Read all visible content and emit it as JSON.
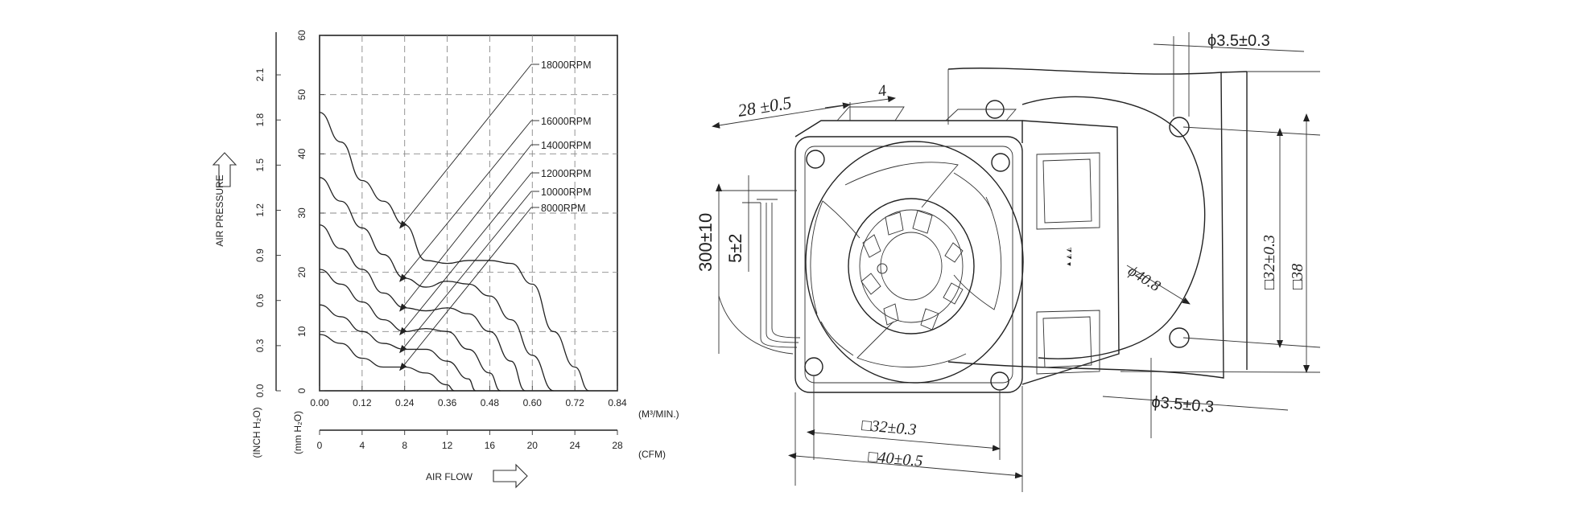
{
  "chart_data": {
    "type": "line",
    "x": [
      0.0,
      0.12,
      0.24,
      0.36,
      0.48,
      0.6,
      0.72,
      0.84
    ],
    "xlim": [
      0,
      0.84
    ],
    "ylim": [
      0,
      60
    ],
    "x_unit": "(M³/MIN.)",
    "x_ticks": [
      "0.00",
      "0.12",
      "0.24",
      "0.36",
      "0.48",
      "0.60",
      "0.72",
      "0.84"
    ],
    "cfm_ticks": [
      "0",
      "4",
      "8",
      "12",
      "16",
      "20",
      "24",
      "28"
    ],
    "cfm_unit": "(CFM)",
    "y_ticks_mm": [
      "0",
      "10",
      "20",
      "30",
      "40",
      "50",
      "60"
    ],
    "y_ticks_inch": [
      "0.0",
      "0.3",
      "0.6",
      "0.9",
      "1.2",
      "1.5",
      "1.8",
      "2.1"
    ],
    "y_label": "AIR PRESSURE",
    "y_unit_inch": "(INCH H₂O)",
    "y_unit_mm": "(mm H₂O)",
    "x_label": "AIR FLOW",
    "grid": true,
    "series": [
      {
        "name": "18000RPM",
        "points": [
          [
            0,
            47
          ],
          [
            0.06,
            42
          ],
          [
            0.12,
            35.5
          ],
          [
            0.18,
            32
          ],
          [
            0.24,
            28
          ],
          [
            0.3,
            22
          ],
          [
            0.36,
            21.5
          ],
          [
            0.42,
            22
          ],
          [
            0.48,
            22
          ],
          [
            0.54,
            21.5
          ],
          [
            0.6,
            18
          ],
          [
            0.66,
            10
          ],
          [
            0.72,
            4
          ],
          [
            0.76,
            0
          ]
        ]
      },
      {
        "name": "16000RPM",
        "points": [
          [
            0,
            36
          ],
          [
            0.06,
            32
          ],
          [
            0.12,
            27.5
          ],
          [
            0.18,
            23
          ],
          [
            0.24,
            19
          ],
          [
            0.3,
            17.5
          ],
          [
            0.36,
            18.5
          ],
          [
            0.42,
            18
          ],
          [
            0.48,
            16
          ],
          [
            0.54,
            12
          ],
          [
            0.6,
            6
          ],
          [
            0.66,
            0
          ]
        ]
      },
      {
        "name": "14000RPM",
        "points": [
          [
            0,
            28
          ],
          [
            0.06,
            24
          ],
          [
            0.12,
            20.5
          ],
          [
            0.18,
            16.5
          ],
          [
            0.24,
            14
          ],
          [
            0.3,
            13.5
          ],
          [
            0.36,
            14
          ],
          [
            0.42,
            13
          ],
          [
            0.48,
            10
          ],
          [
            0.54,
            5
          ],
          [
            0.58,
            0
          ]
        ]
      },
      {
        "name": "12000RPM",
        "points": [
          [
            0,
            20.5
          ],
          [
            0.06,
            18
          ],
          [
            0.12,
            15
          ],
          [
            0.18,
            12
          ],
          [
            0.24,
            10
          ],
          [
            0.3,
            10.5
          ],
          [
            0.36,
            10
          ],
          [
            0.42,
            7
          ],
          [
            0.48,
            3
          ],
          [
            0.51,
            0
          ]
        ]
      },
      {
        "name": "10000RPM",
        "points": [
          [
            0,
            14.5
          ],
          [
            0.06,
            12.5
          ],
          [
            0.12,
            10
          ],
          [
            0.18,
            8
          ],
          [
            0.24,
            7
          ],
          [
            0.3,
            7
          ],
          [
            0.36,
            5
          ],
          [
            0.42,
            2
          ],
          [
            0.44,
            0
          ]
        ]
      },
      {
        "name": "8000RPM",
        "points": [
          [
            0,
            9.5
          ],
          [
            0.06,
            8
          ],
          [
            0.12,
            5.5
          ],
          [
            0.18,
            4
          ],
          [
            0.24,
            4
          ],
          [
            0.3,
            3
          ],
          [
            0.36,
            1
          ],
          [
            0.38,
            0
          ]
        ]
      }
    ]
  },
  "drawing": {
    "dims": {
      "width": "28 ±0.5",
      "rib": "4",
      "lead_length": "300±10",
      "strip": "5±2",
      "hole_top": "ϕ3.5±0.3",
      "hole_bottom": "ϕ3.5±0.3",
      "diameter": "ϕ40.8",
      "sq_inner_right": "□32±0.3",
      "sq_outer_right": "□38",
      "sq_inner_bottom": "□32±0.3",
      "sq_outer_bottom": "□40±0.5"
    }
  }
}
